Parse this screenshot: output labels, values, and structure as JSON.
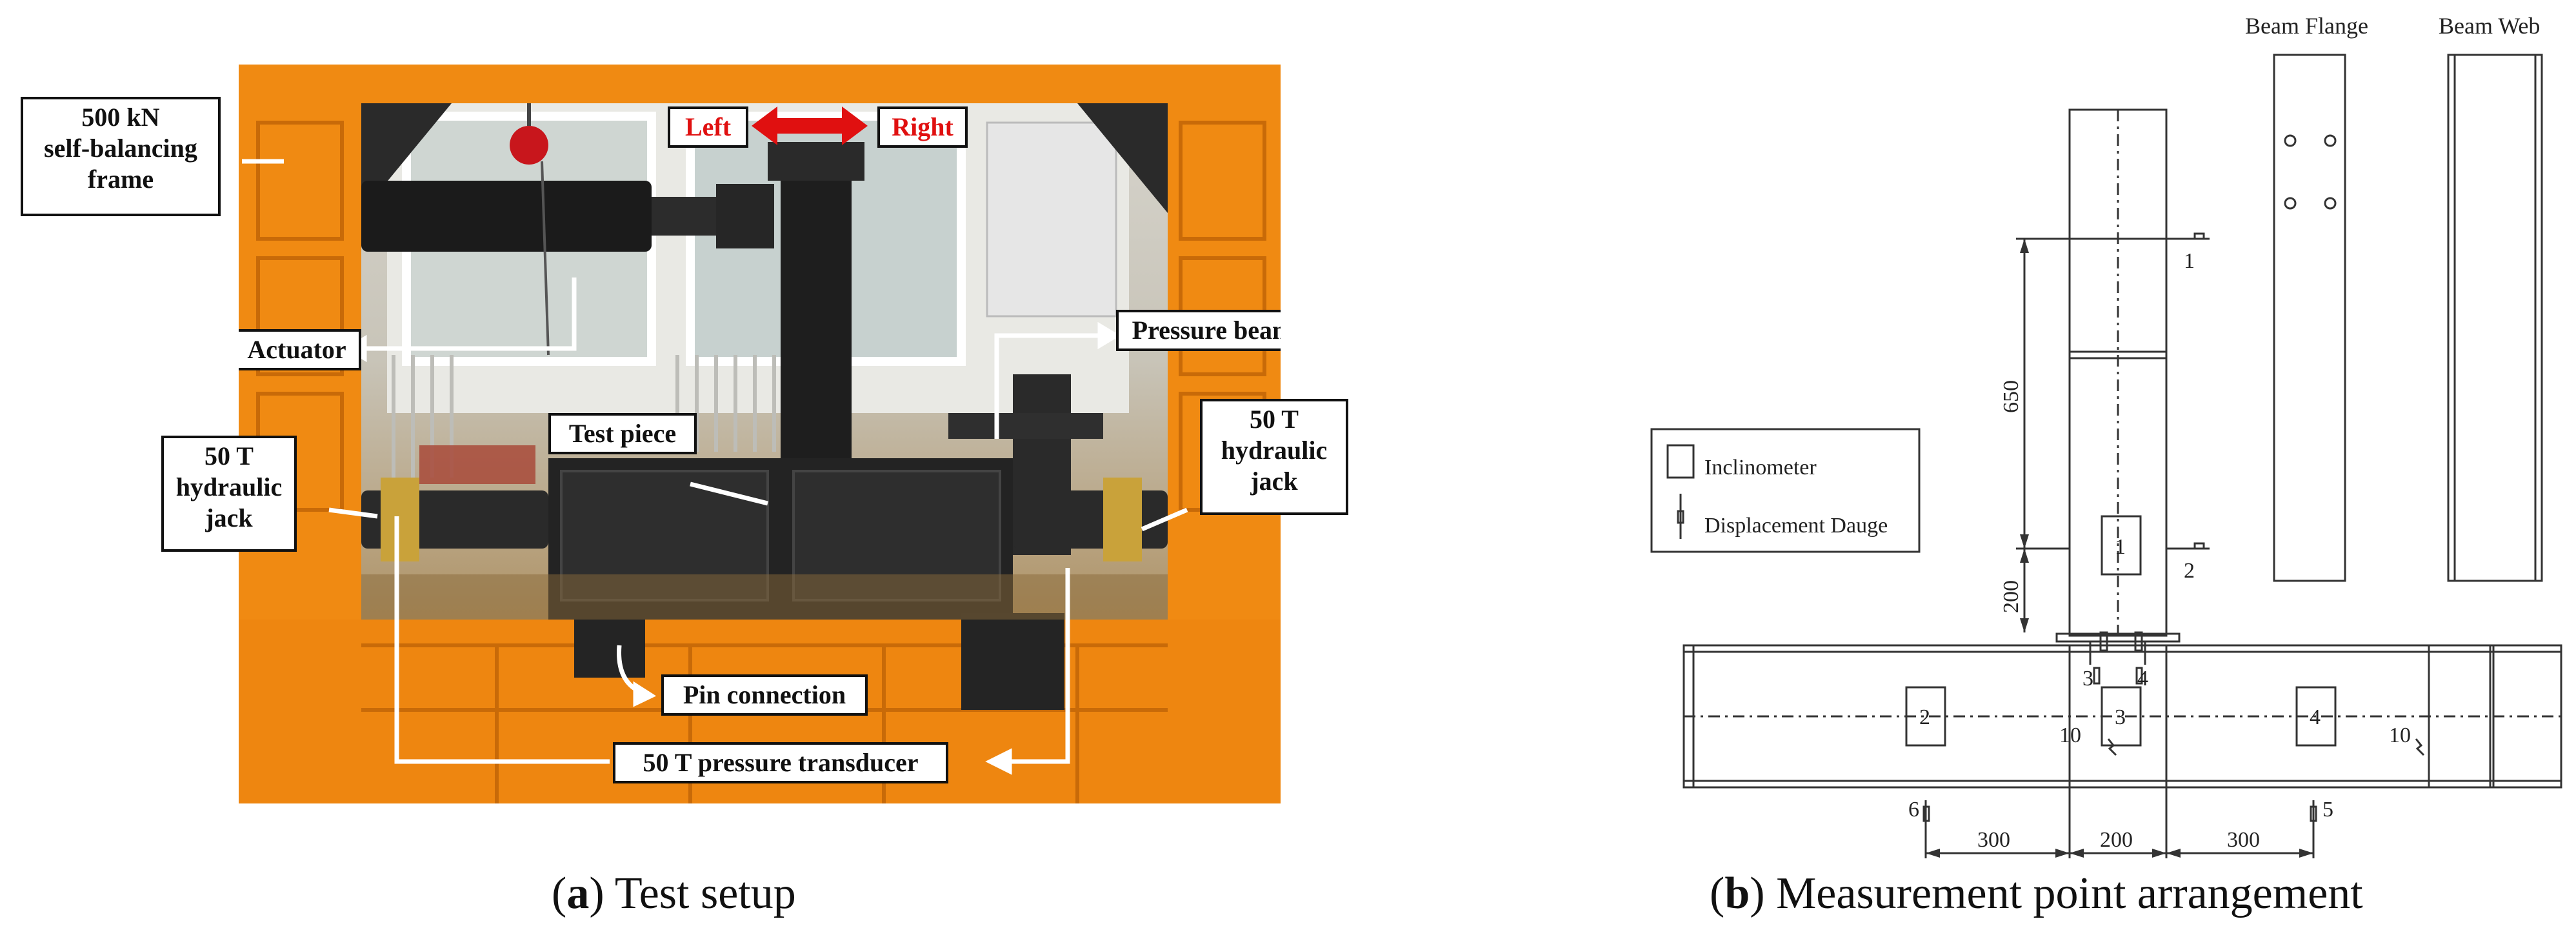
{
  "panel_a": {
    "caption_letter": "a",
    "caption_text": "Test setup",
    "labels": {
      "frame_line1": "500 kN",
      "frame_line2": "self-balancing",
      "frame_line3": "frame",
      "left": "Left",
      "right": "Right",
      "actuator": "Actuator",
      "pressure_beam": "Pressure beam",
      "test_piece": "Test piece",
      "jack_left_line1": "50 T",
      "jack_left_line2": "hydraulic",
      "jack_left_line3": "jack",
      "jack_right_line1": "50 T",
      "jack_right_line2": "hydraulic",
      "jack_right_line3": "jack",
      "pin_connection": "Pin connection",
      "pressure_transducer": "50 T pressure transducer"
    },
    "colors": {
      "frame_orange": "#f08a12",
      "arrow_red": "#e01010"
    }
  },
  "panel_b": {
    "caption_letter": "b",
    "caption_text": "Measurement point arrangement",
    "detail_titles": {
      "flange": "Beam Flange",
      "web": "Beam Web"
    },
    "legend": {
      "inclinometer": "Inclinometer",
      "displacement": "Displacement Dauge"
    },
    "dims": {
      "d650": "650",
      "d200v": "200",
      "d300a": "300",
      "d200h": "200",
      "d300b": "300"
    },
    "points": {
      "p1": "1",
      "p2": "2",
      "p3": "3",
      "p4": "4",
      "p5": "5",
      "p6": "6",
      "i1": "1",
      "i2": "2",
      "i3": "3",
      "i4": "4",
      "t10a": "10",
      "t10b": "10"
    }
  }
}
